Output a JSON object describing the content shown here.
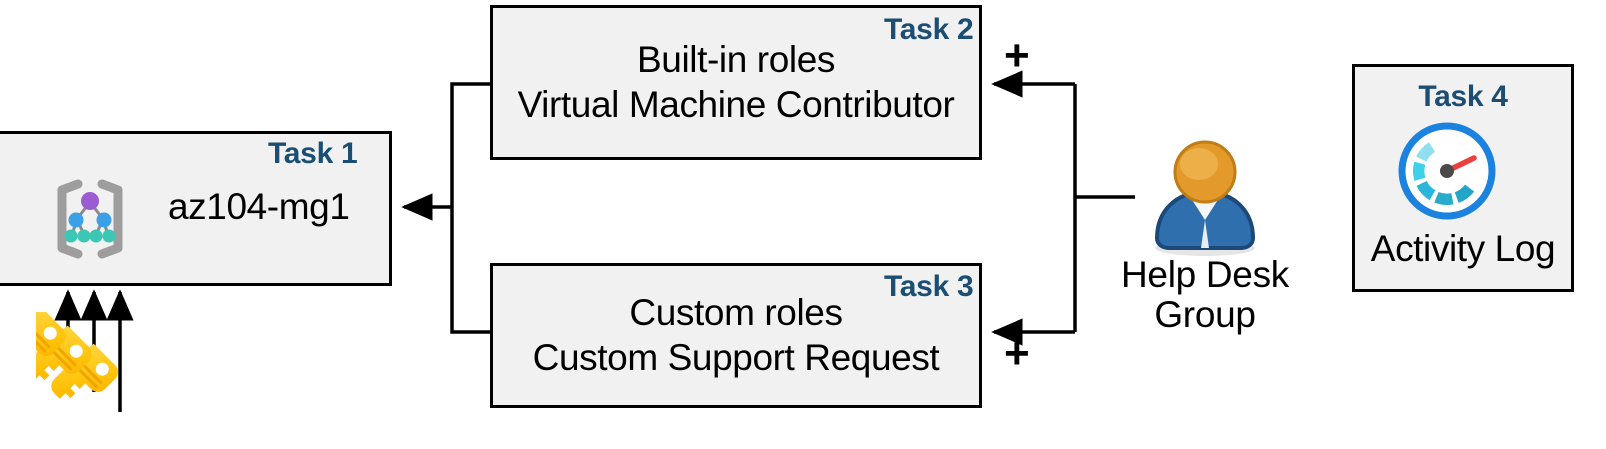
{
  "diagram": {
    "title": "Azure RBAC task diagram",
    "accent_color": "#1b4e72",
    "box_fill": "#f1f1f1",
    "box_border": "#000000",
    "connector_color": "#000000"
  },
  "boxes": [
    {
      "id": "task1",
      "task_label": "Task 1",
      "text_line1": "az104-mg1",
      "text_line2": "",
      "icon": "management-group-icon"
    },
    {
      "id": "task2",
      "task_label": "Task 2",
      "text_line1": "Built-in roles",
      "text_line2": "Virtual Machine Contributor",
      "icon": ""
    },
    {
      "id": "task3",
      "task_label": "Task 3",
      "text_line1": "Custom roles",
      "text_line2": "Custom Support Request",
      "icon": ""
    },
    {
      "id": "task4",
      "task_label": "Task 4",
      "text_line1": "Activity Log",
      "text_line2": "",
      "icon": "activity-log-gauge-icon"
    }
  ],
  "actor": {
    "icon": "user-group-icon",
    "caption_line1": "Help Desk",
    "caption_line2": "Group"
  },
  "keys": {
    "icon": "keys-icon",
    "count": 3
  },
  "operators": {
    "plus_top": "+",
    "plus_bottom": "+"
  }
}
